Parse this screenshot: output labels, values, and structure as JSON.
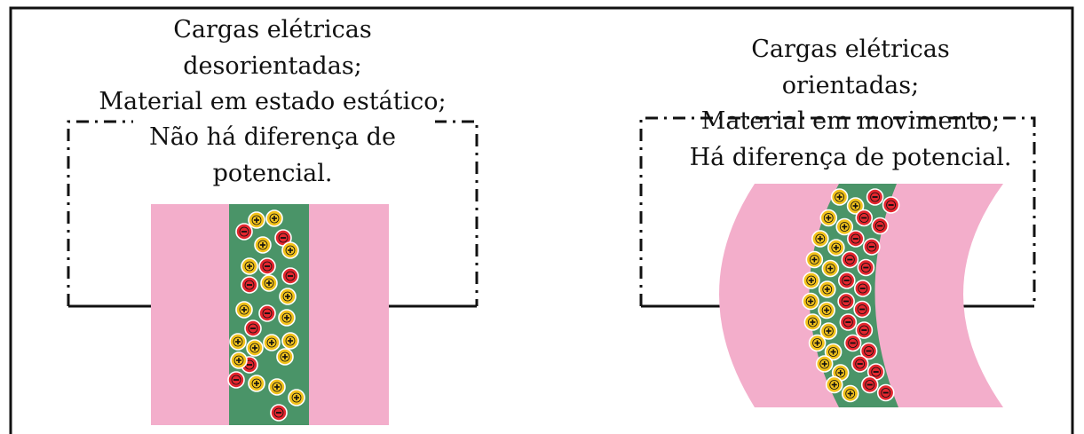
{
  "left_panel": {
    "caption_lines": [
      "Cargas elétricas",
      "desorientadas;",
      "Material em estado estático;",
      "Não há diferença de",
      "potencial."
    ],
    "charges": [
      {
        "sign": "+"
      },
      {
        "sign": "+"
      },
      {
        "sign": "-"
      },
      {
        "sign": "+"
      },
      {
        "sign": "-"
      },
      {
        "sign": "+"
      },
      {
        "sign": "+"
      },
      {
        "sign": "-"
      },
      {
        "sign": "-"
      },
      {
        "sign": "+"
      },
      {
        "sign": "-"
      },
      {
        "sign": "+"
      },
      {
        "sign": "+"
      },
      {
        "sign": "-"
      },
      {
        "sign": "+"
      },
      {
        "sign": "+"
      },
      {
        "sign": "-"
      },
      {
        "sign": "+"
      },
      {
        "sign": "+"
      },
      {
        "sign": "-"
      },
      {
        "sign": "+"
      },
      {
        "sign": "+"
      },
      {
        "sign": "-"
      },
      {
        "sign": "+"
      },
      {
        "sign": "+"
      },
      {
        "sign": "+"
      },
      {
        "sign": "-"
      },
      {
        "sign": "+"
      }
    ]
  },
  "right_panel": {
    "caption_lines": [
      "Cargas elétricas",
      "orientadas;",
      "Material em movimento;",
      "Há diferença de potencial."
    ],
    "positive_count": 20,
    "negative_count": 20
  },
  "colors": {
    "pink": "#f3aecb",
    "green": "#4a9468",
    "positive": "#f2c21b",
    "negative": "#e3262e",
    "line": "#111111"
  }
}
